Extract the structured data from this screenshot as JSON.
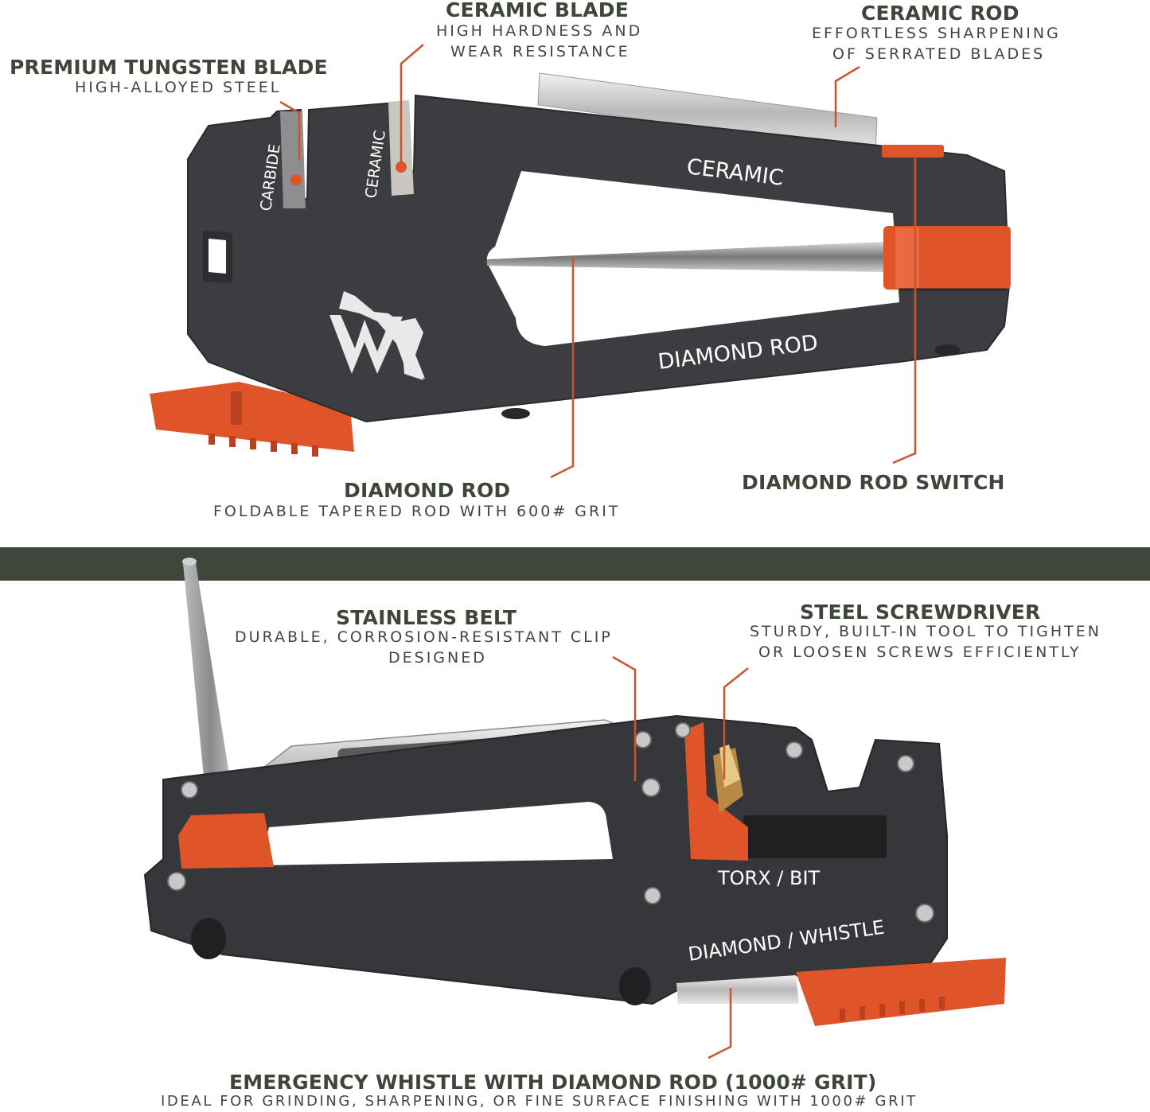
{
  "callouts": {
    "ceramic_blade": {
      "title": "CERAMIC BLADE",
      "line1": "HIGH HARDNESS AND",
      "line2": "WEAR RESISTANCE"
    },
    "ceramic_rod": {
      "title": "CERAMIC ROD",
      "line1": "EFFORTLESS SHARPENING",
      "line2": "OF SERRATED BLADES"
    },
    "tungsten_blade": {
      "title": "PREMIUM TUNGSTEN BLADE",
      "line1": "HIGH-ALLOYED STEEL"
    },
    "diamond_rod": {
      "title": "DIAMOND ROD",
      "line1": "FOLDABLE TAPERED ROD WITH 600# GRIT"
    },
    "diamond_rod_switch": {
      "title": "DIAMOND ROD SWITCH"
    },
    "stainless_belt": {
      "title": "STAINLESS BELT",
      "line1": "DURABLE, CORROSION-RESISTANT CLIP",
      "line2": "DESIGNED"
    },
    "steel_screwdriver": {
      "title": "STEEL SCREWDRIVER",
      "line1": "STURDY, BUILT-IN TOOL TO TIGHTEN",
      "line2": "OR LOOSEN SCREWS EFFICIENTLY"
    },
    "emergency_whistle": {
      "title": "EMERGENCY WHISTLE WITH DIAMOND ROD (1000# GRIT)",
      "line1": "IDEAL FOR GRINDING, SHARPENING, OR FINE SURFACE FINISHING WITH 1000# GRIT"
    }
  },
  "tool_labels": {
    "carbide": "CARBIDE",
    "ceramic_slot": "CERAMIC",
    "ceramic_arm": "CERAMIC",
    "diamond_rod_arm": "DIAMOND ROD",
    "torx_bit": "TORX / BIT",
    "diamond_whistle": "DIAMOND / WHISTLE"
  },
  "colors": {
    "body": "#3b3d40",
    "accent_orange": "#e0542a",
    "callout_line": "#c9552c",
    "divider": "#3f463c"
  }
}
